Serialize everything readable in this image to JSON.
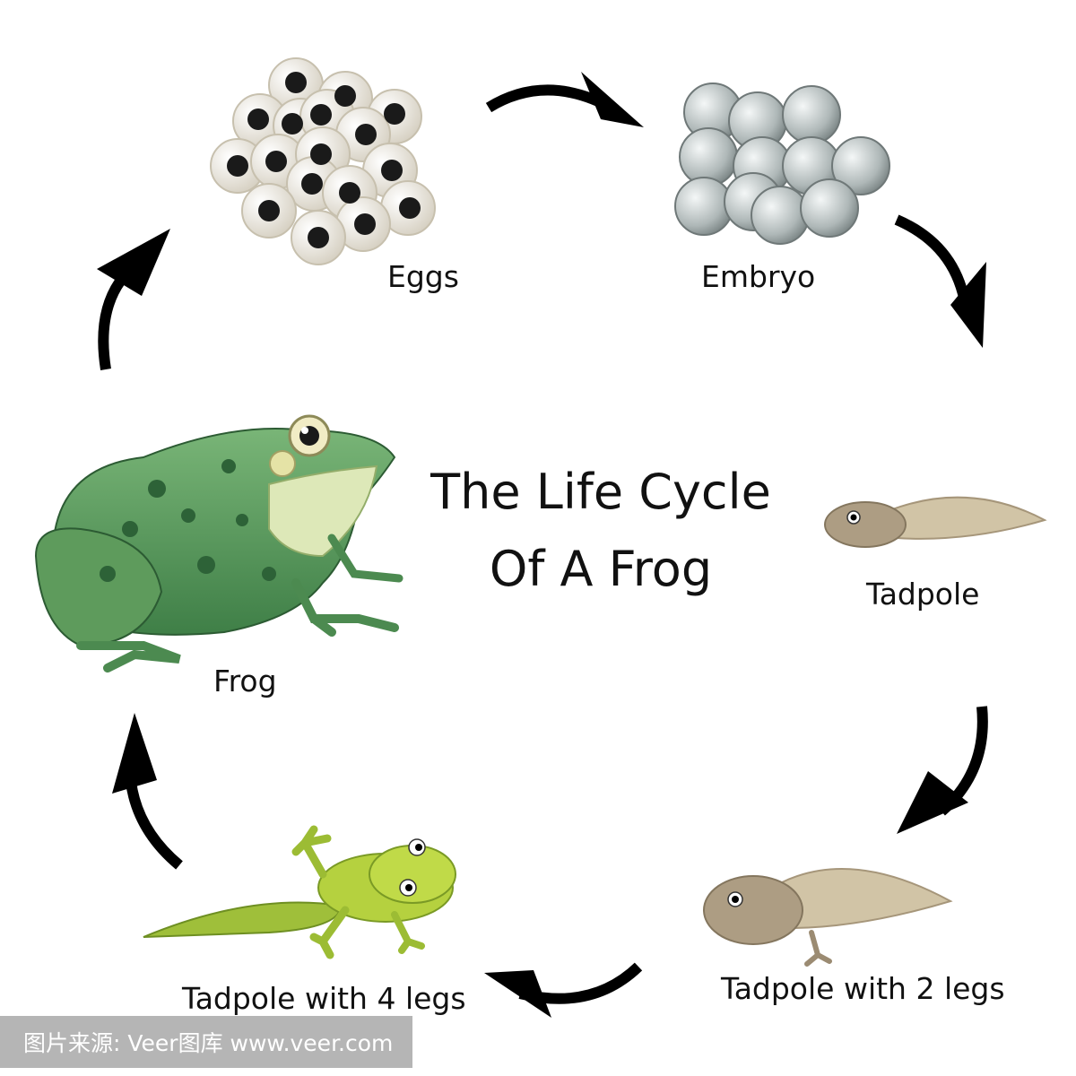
{
  "title": {
    "line1": "The Life Cycle",
    "line2": "Of A Frog"
  },
  "stages": {
    "eggs": "Eggs",
    "embryo": "Embryo",
    "tadpole": "Tadpole",
    "tadpole_2_legs": "Tadpole with 2 legs",
    "tadpole_4_legs": "Tadpole with 4 legs",
    "frog": "Frog"
  },
  "watermark": "图片来源: Veer图库 www.veer.com",
  "colors": {
    "arrow": "#000000",
    "egg_jelly": "#eeeae0",
    "egg_yolk": "#1a1a1a",
    "embryo": "#c9d0d0",
    "tadpole": "#b3a38a",
    "young_frog": "#a8c63a",
    "frog": "#5d9b5c"
  }
}
